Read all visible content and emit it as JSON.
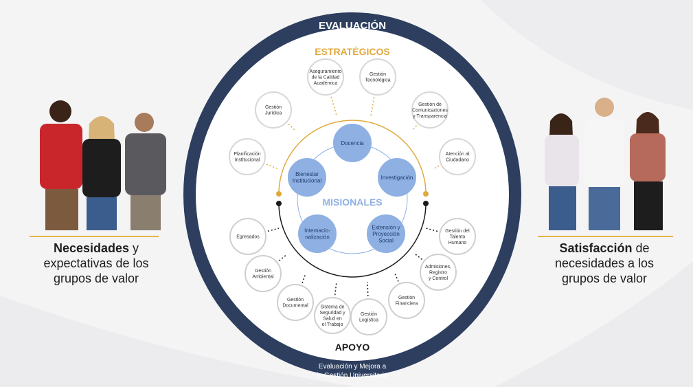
{
  "colors": {
    "navy": "#2d3e5e",
    "gold": "#e0a93c",
    "misional": "#8fb0e3",
    "node_border": "#c9c9c9",
    "background": "#f4f4f5"
  },
  "ring": {
    "top_title": "EVALUACIÓN",
    "bottom_title": "APOYO",
    "bottom_caption_line1": "Evaluación y Mejora a",
    "bottom_caption_line2": "la Gestión Universitaria"
  },
  "estrategicos": {
    "title": "ESTRATÉGICOS",
    "nodes": [
      {
        "lines": [
          "Planificación",
          "Institucional"
        ]
      },
      {
        "lines": [
          "Gestión",
          "Jurídica"
        ]
      },
      {
        "lines": [
          "Aseguramiento",
          "de la Calidad",
          "Académica"
        ]
      },
      {
        "lines": [
          "Gestión",
          "Tecnológica"
        ]
      },
      {
        "lines": [
          "Gestión de",
          "Comunicaciones",
          "y Transparencia"
        ]
      },
      {
        "lines": [
          "Atención al",
          "Ciudadano"
        ]
      }
    ]
  },
  "misionales": {
    "title": "MISIONALES",
    "nodes": [
      {
        "lines": [
          "Docencia"
        ]
      },
      {
        "lines": [
          "Investigación"
        ]
      },
      {
        "lines": [
          "Extensión y",
          "Proyección",
          "Social"
        ]
      },
      {
        "lines": [
          "Internacio-",
          "nalización"
        ]
      },
      {
        "lines": [
          "Bienestar",
          "Institucional"
        ]
      }
    ]
  },
  "apoyo": {
    "nodes": [
      {
        "lines": [
          "Egresados"
        ]
      },
      {
        "lines": [
          "Gestión",
          "Ambiental"
        ]
      },
      {
        "lines": [
          "Gestión",
          "Documental"
        ]
      },
      {
        "lines": [
          "Sistema de",
          "Seguridad y",
          "Salud en",
          "el Trabajo"
        ]
      },
      {
        "lines": [
          "Gestión",
          "Logística"
        ]
      },
      {
        "lines": [
          "Gestión",
          "Financiera"
        ]
      },
      {
        "lines": [
          "Admisiones,",
          "Registro",
          "y Control"
        ]
      },
      {
        "lines": [
          "Gestión del",
          "Talento",
          "Humano"
        ]
      }
    ]
  },
  "left_panel": {
    "bold": "Necesidades",
    "line1_rest": " y",
    "line2": "expectativas de los",
    "line3": "grupos de valor"
  },
  "right_panel": {
    "bold": "Satisfacción",
    "line1_rest": " de",
    "line2": "necesidades a los",
    "line3": "grupos de valor"
  },
  "people_left": {
    "shirts": [
      "#c8262b",
      "#1d1d1d",
      "#5a5a5e"
    ]
  },
  "people_right": {
    "shirts": [
      "#e9e4ea",
      "#f6f6f6",
      "#b56a5c"
    ]
  }
}
